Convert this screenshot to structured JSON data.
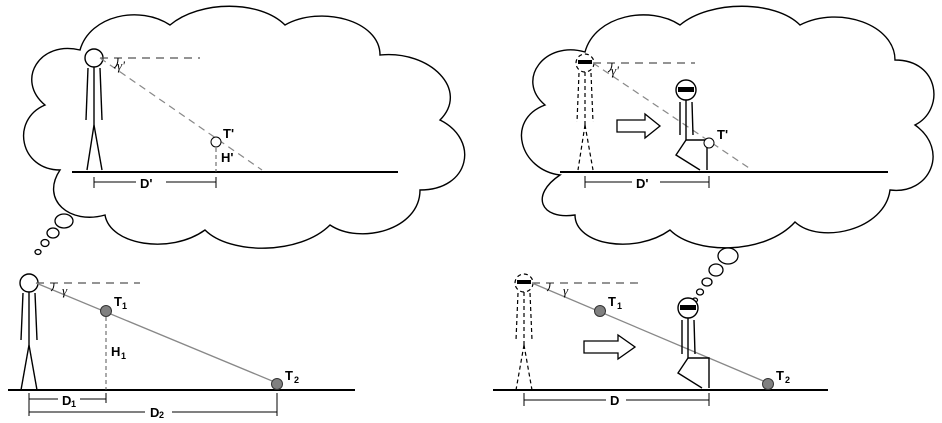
{
  "colors": {
    "ink": "#000000",
    "dashed": "#555555",
    "sightline": "#777777",
    "target_fill": "#808080",
    "cloud_fill": "#ffffff"
  },
  "left_panel": {
    "thought": {
      "angle_label": "γ'",
      "target_label": "T'",
      "height_label": "H'",
      "distance_label": "D'"
    },
    "real": {
      "angle_label": "γ",
      "target1_label": "T",
      "target1_sub": "1",
      "target2_label": "T",
      "target2_sub": "2",
      "height_label": "H",
      "height_sub": "1",
      "distance1_label": "D",
      "distance1_sub": "1",
      "distance2_label": "D",
      "distance2_sub": "2"
    }
  },
  "right_panel": {
    "thought": {
      "angle_label": "γ'",
      "target_label": "T'",
      "distance_label": "D'"
    },
    "real": {
      "angle_label": "γ",
      "target1_label": "T",
      "target1_sub": "1",
      "target2_label": "T",
      "target2_sub": "2",
      "distance_label": "D"
    }
  }
}
